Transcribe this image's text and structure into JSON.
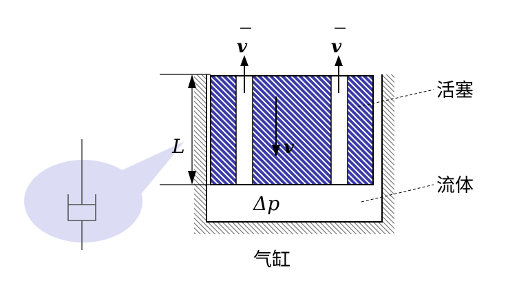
{
  "labels": {
    "piston": "活塞",
    "fluid": "流体",
    "cylinder": "气缸",
    "length": "L",
    "pressure_diff": "Δp",
    "velocity": "v",
    "mean_velocity_left": "v",
    "mean_velocity_right": "v"
  },
  "colors": {
    "piston_hatch": "#3a3aa8",
    "piston_fill": "#8f8fdc",
    "bubble": "#dcdcf4",
    "wall_hatch": "#888888",
    "line": "#000000"
  }
}
